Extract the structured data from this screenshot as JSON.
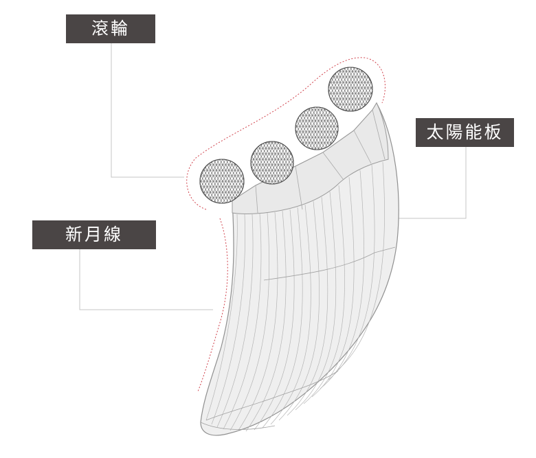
{
  "labels": {
    "rollers": "滾輪",
    "solar_panel": "太陽能板",
    "crescent_line": "新月線"
  },
  "colors": {
    "label_bg": "#4a4545",
    "label_text": "#ffffff",
    "leader_line": "#bdbdbd",
    "dotted_outline": "#d0404a",
    "body_fill": "#efefef",
    "body_stroke": "#9a9a9a",
    "sphere_mesh": "#555555"
  }
}
